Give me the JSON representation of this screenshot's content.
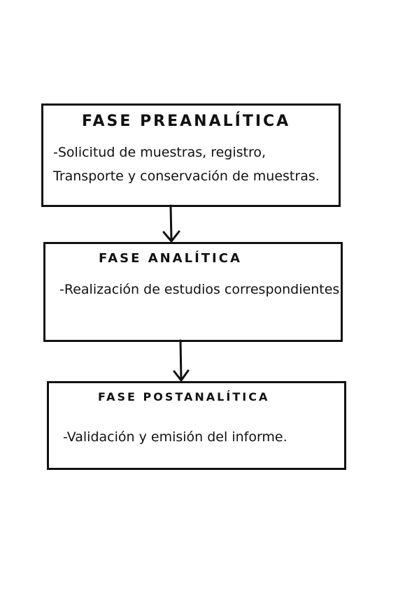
{
  "phases": [
    {
      "title": "FASE PREANALÍTICA",
      "description": "-Solicitud de muestras, registro, Transporte y conservación de muestras."
    },
    {
      "title": "FASE ANALÍTICA",
      "description": "-Realización de estudios correspondientes."
    },
    {
      "title": "FASE POSTANALÍTICA",
      "description": "-Validación y emisión del informe."
    }
  ]
}
